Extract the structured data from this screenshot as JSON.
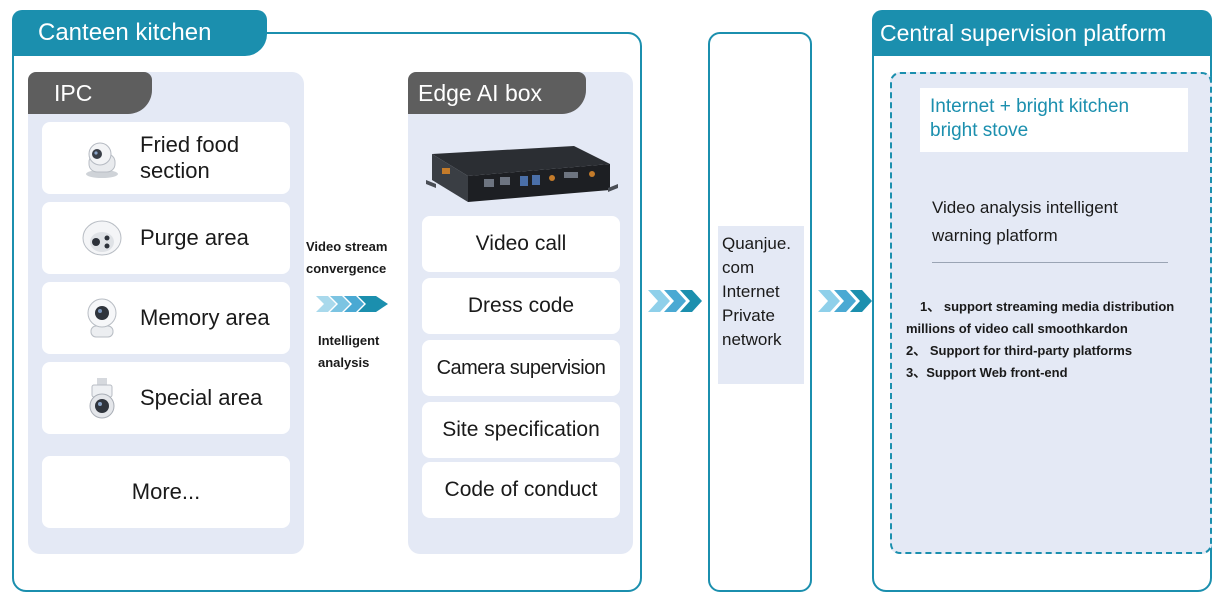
{
  "canteen": {
    "title": "Canteen kitchen",
    "ipc": {
      "title": "IPC",
      "items": [
        {
          "label": "Fried food section",
          "icon": "ptz-camera-icon"
        },
        {
          "label": "Purge area",
          "icon": "dome-camera-icon"
        },
        {
          "label": "Memory area",
          "icon": "cube-camera-icon"
        },
        {
          "label": "Special area",
          "icon": "bullet-camera-icon"
        }
      ],
      "more": "More..."
    },
    "flow": {
      "top_line1": "Video stream",
      "top_line2": "convergence",
      "bottom_line1": "Intelligent",
      "bottom_line2": "analysis",
      "arrow_icon": "chevron-arrows-icon"
    },
    "edge": {
      "title": "Edge AI box",
      "device_icon": "edge-box-device-icon",
      "features": [
        "Video call",
        "Dress code",
        "Camera supervision",
        "Site specification",
        "Code of conduct"
      ]
    }
  },
  "network": {
    "lines": [
      "Quanjue.",
      "com",
      "Internet",
      "Private",
      "network"
    ],
    "arrow_icon": "chevron-arrows-icon"
  },
  "central": {
    "title": "Central supervision platform",
    "subtitle_line1": "Internet + bright kitchen",
    "subtitle_line2": "bright stove",
    "platform_line1": "Video analysis intelligent",
    "platform_line2": "warning platform",
    "list": [
      "1、 support streaming media distribution",
      "millions of video call smoothkardon",
      "2、 Support for third-party platforms",
      "3、Support Web front-end"
    ]
  },
  "colors": {
    "accent": "#1b8fae",
    "panel": "#e4e9f5",
    "tab_gray": "#5e5e5e"
  }
}
